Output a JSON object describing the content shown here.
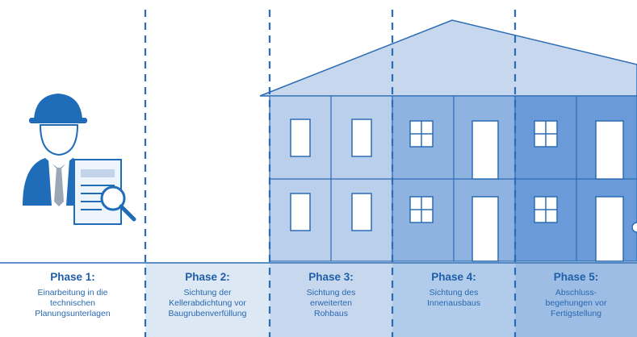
{
  "colors": {
    "light_blue": "#c7d8ee",
    "mid_blue": "#9dbde4",
    "strong_blue": "#6f9fd8",
    "deep_blue": "#4f8ad0",
    "outline": "#2b6cb5",
    "person_blue": "#1f6cb8"
  },
  "icons": {
    "worker": "worker-with-helmet-icon",
    "document": "document-with-magnifier-icon"
  },
  "phases": [
    {
      "title": "Phase 1:",
      "lines": [
        "Einarbeitung in die",
        "technischen",
        "Planungsunterlagen"
      ]
    },
    {
      "title": "Phase 2:",
      "lines": [
        "Sichtung der",
        "Kellerabdichtung vor",
        "Baugrubenverfüllung"
      ]
    },
    {
      "title": "Phase 3:",
      "lines": [
        "Sichtung des",
        "erweiterten",
        "Rohbaus"
      ]
    },
    {
      "title": "Phase 4:",
      "lines": [
        "Sichtung des",
        "Innenausbaus"
      ]
    },
    {
      "title": "Phase 5:",
      "lines": [
        "Abschluss-",
        "begehungen vor",
        "Fertigstellung"
      ]
    }
  ]
}
